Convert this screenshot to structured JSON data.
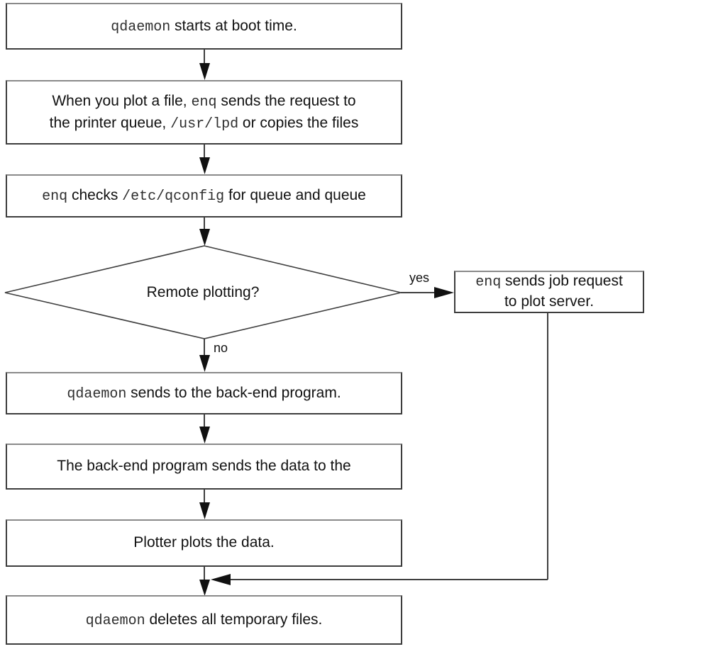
{
  "flowchart": {
    "labels": {
      "yes": "yes",
      "no": "no"
    },
    "decision": {
      "question": "Remote plotting?"
    },
    "nodes": {
      "boot": {
        "lines": [
          [
            "qdaemon",
            " starts at boot time."
          ]
        ]
      },
      "plot_request": {
        "lines": [
          [
            "When you plot a file, ",
            "enq",
            " sends the request to"
          ],
          [
            "the printer queue, ",
            "/usr/lpd",
            " or copies the files"
          ]
        ]
      },
      "qconfig": {
        "lines": [
          [
            "enq",
            " checks ",
            "/etc/qconfig",
            " for queue and queue"
          ]
        ]
      },
      "remote_send": {
        "lines": [
          [
            "enq",
            " sends job request"
          ],
          [
            "to plot server."
          ]
        ]
      },
      "send_backend": {
        "lines": [
          [
            "qdaemon",
            " sends to the back-end program."
          ]
        ]
      },
      "backend_data": {
        "lines": [
          [
            "The back-end program sends the data to the"
          ]
        ]
      },
      "plotter": {
        "lines": [
          [
            "Plotter plots the data."
          ]
        ]
      },
      "cleanup": {
        "lines": [
          [
            "qdaemon",
            " deletes all temporary files."
          ]
        ]
      }
    },
    "colors": {
      "line": "#3f3f3f",
      "arrowhead": "#111111",
      "box_border": "#3d3d3d",
      "background": "#ffffff"
    }
  }
}
